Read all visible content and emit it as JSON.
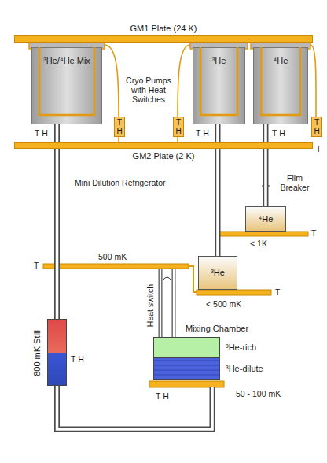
{
  "diagram": {
    "nodes": [
      {
        "text": [
          "GM1 Plate (24 K)"
        ]
      },
      {
        "text": [
          "³He/⁴He Mix"
        ]
      },
      {
        "text": [
          "³He"
        ]
      },
      {
        "text": [
          "⁴He"
        ]
      },
      {
        "text": [
          "GM2 Plate (2 K)"
        ]
      },
      {
        "text": [
          "⁴He"
        ]
      },
      {
        "text": [
          "³He"
        ]
      },
      {
        "text": [
          "800 mK Still"
        ]
      },
      {
        "text": [
          "Mixing Chamber"
        ]
      },
      {
        "text": [
          "³He-rich"
        ],
        "in": 8
      },
      {
        "text": [
          "³He-dilute"
        ],
        "in": 8
      }
    ],
    "edges": [
      {
        "from": 1,
        "to": 7,
        "arrow": "none"
      },
      {
        "from": 7,
        "to": 8,
        "arrow": "none"
      },
      {
        "from": 2,
        "to": 6,
        "arrow": "none"
      },
      {
        "from": 3,
        "to": 5,
        "arrow": "none"
      }
    ],
    "labels": [
      "T H",
      "T H",
      "T H",
      "Cryo Pumps with Heat Switches",
      "T H",
      "T H",
      "T H",
      "T",
      "Mini Dilution Refrigerator",
      "Film Breaker",
      "500 mK",
      "T",
      "< 1K",
      "T",
      "Heat switch",
      "< 500 mK",
      "T",
      "T H",
      "T H",
      "50 - 100 mK"
    ]
  }
}
